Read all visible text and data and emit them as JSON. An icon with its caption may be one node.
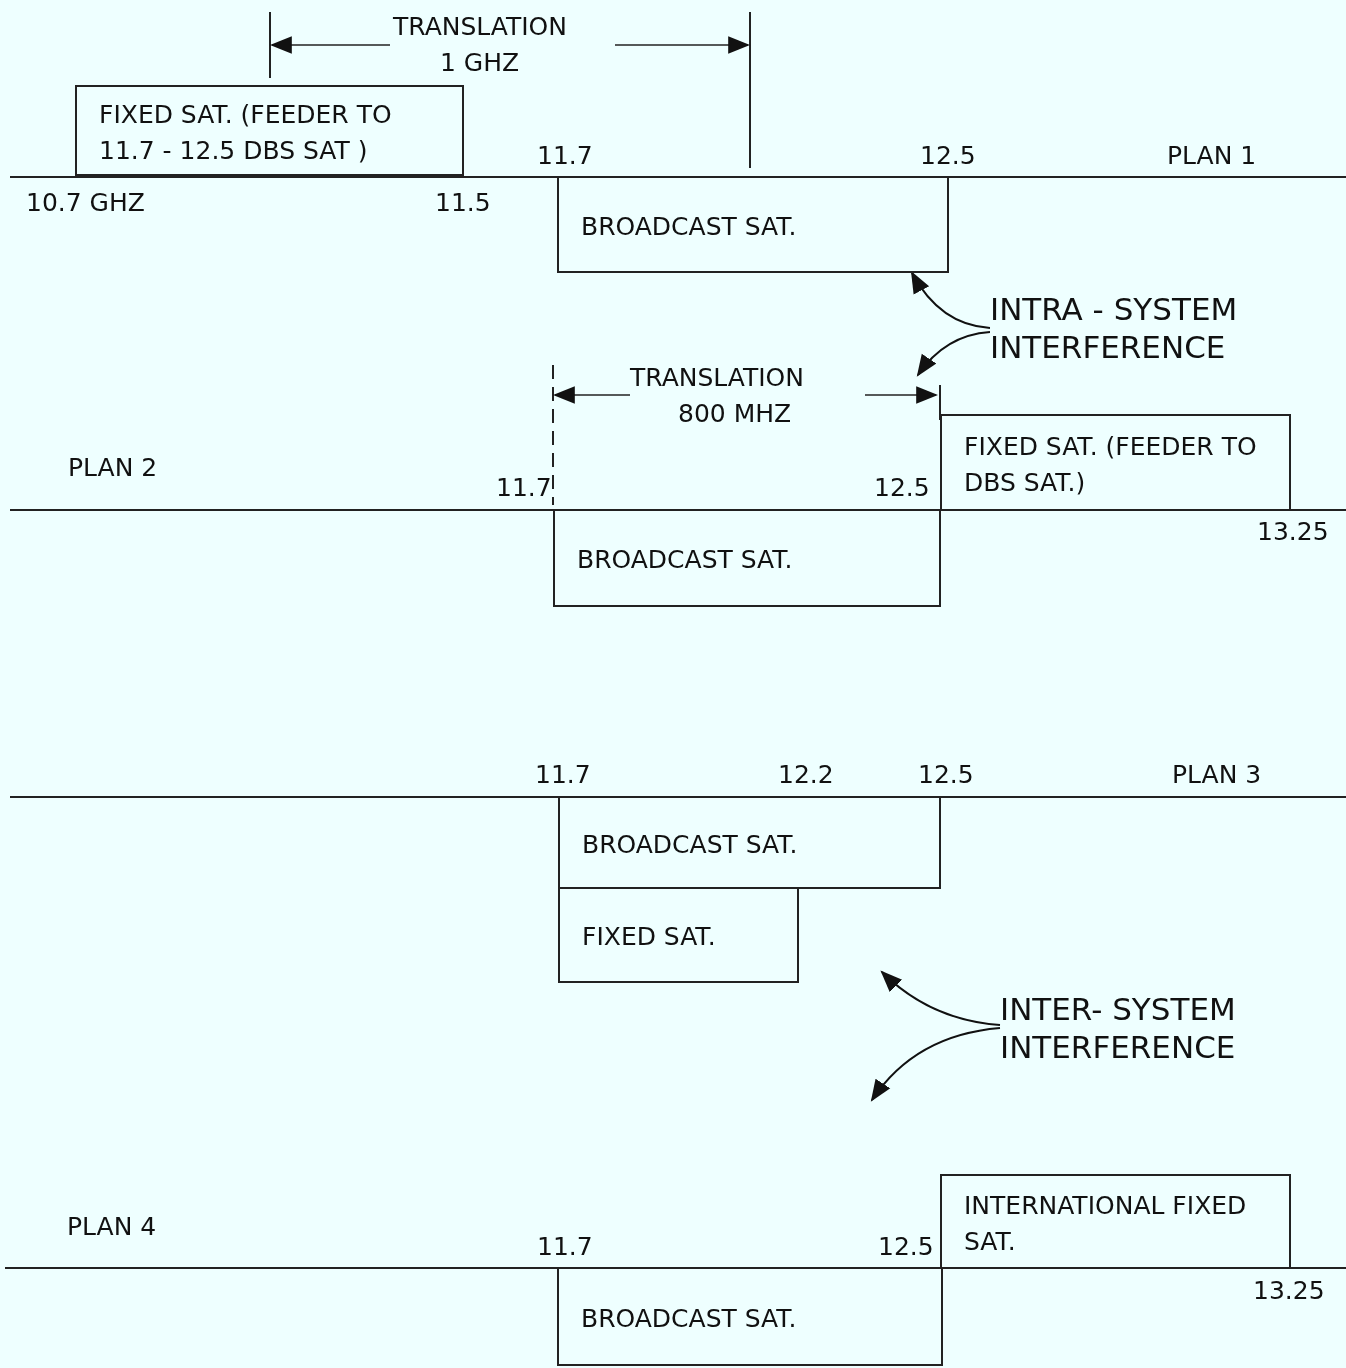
{
  "diagram": {
    "nodes": [
      {
        "text": [
          "FIXED SAT. (FEEDER TO 11.7 - 12.5 DBS SAT )"
        ]
      },
      {
        "text": [
          "BROADCAST SAT."
        ]
      },
      {
        "text": [
          "INTRA - SYSTEM INTERFERENCE"
        ]
      },
      {
        "text": [
          "FIXED SAT. (FEEDER TO DBS SAT.)"
        ]
      },
      {
        "text": [
          "BROADCAST SAT."
        ]
      },
      {
        "text": [
          "BROADCAST SAT."
        ]
      },
      {
        "text": [
          "FIXED SAT."
        ]
      },
      {
        "text": [
          "INTER- SYSTEM INTERFERENCE"
        ]
      },
      {
        "text": [
          "INTERNATIONAL FIXED SAT."
        ]
      },
      {
        "text": [
          "BROADCAST SAT."
        ]
      }
    ],
    "edges": [
      {
        "from": 2,
        "to": 1,
        "arrow": "to"
      },
      {
        "from": 2,
        "to": null,
        "arrow": "to"
      },
      {
        "from": 7,
        "to": null,
        "arrow": "to"
      },
      {
        "from": 7,
        "to": null,
        "arrow": "to"
      }
    ],
    "labels": [
      "TRANSLATION",
      "1 GHZ",
      "11.7",
      "12.5",
      "PLAN 1",
      "10.7 GHZ",
      "11.5",
      "TRANSLATION",
      "800 MHZ",
      "PLAN 2",
      "11.7",
      "12.5",
      "13.25",
      "11.7",
      "12.2",
      "12.5",
      "PLAN 3",
      "PLAN 4",
      "11.7",
      "12.5",
      "13.25"
    ]
  }
}
